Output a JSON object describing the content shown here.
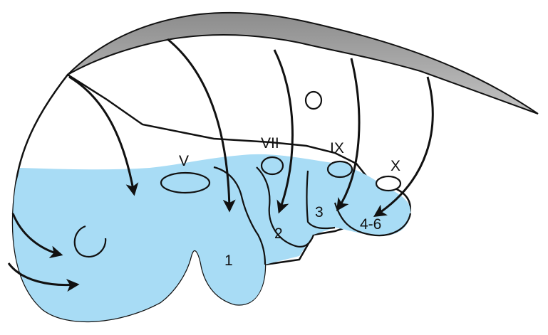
{
  "diagram": {
    "nerve_labels": {
      "v": "V",
      "vii": "VII",
      "ix": "IX",
      "x": "X"
    },
    "arch_labels": {
      "a1": "1",
      "a2": "2",
      "a3": "3",
      "a46": "4-6"
    },
    "colors": {
      "mesenchyme": "#a8dcf5",
      "neural_crest_band": "#a3a3a3",
      "outline": "#111111",
      "background": "#ffffff"
    }
  }
}
